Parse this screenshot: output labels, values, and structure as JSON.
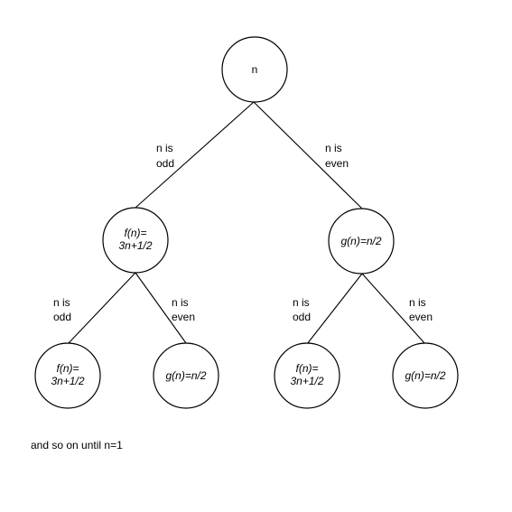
{
  "root": {
    "text": [
      "n"
    ]
  },
  "edges": {
    "odd": [
      "n is",
      "odd"
    ],
    "even": [
      "n is",
      "even"
    ]
  },
  "nodes": {
    "f": [
      "f(n)=",
      "3n+1/2"
    ],
    "g": [
      "g(n)=n/2"
    ]
  },
  "footer": "and so on until n=1"
}
